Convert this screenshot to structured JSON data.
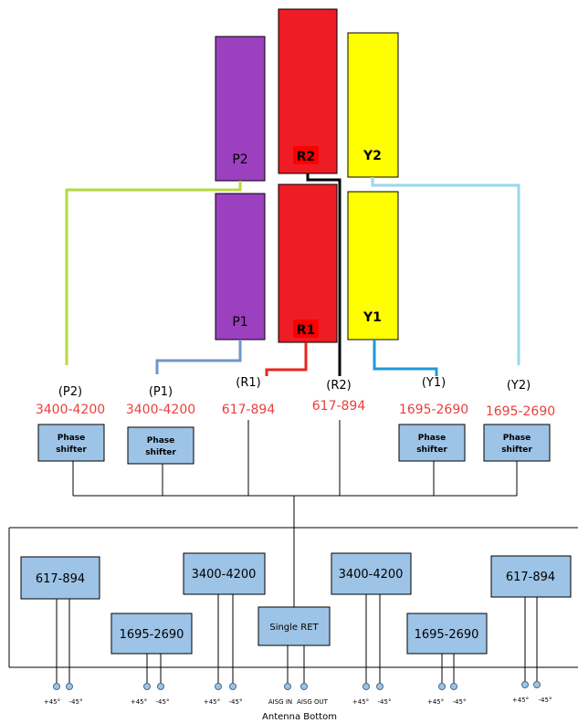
{
  "arrays": {
    "p2": "P2",
    "p1": "P1",
    "r2": "R2",
    "r1": "R1",
    "y2": "Y2",
    "y1": "Y1"
  },
  "ports": [
    {
      "label": "(P2)",
      "band": "3400-4200"
    },
    {
      "label": "(P1)",
      "band": "3400-4200"
    },
    {
      "label": "(R1)",
      "band": "617-894"
    },
    {
      "label": "(R2)",
      "band": "617-894"
    },
    {
      "label": "(Y1)",
      "band": "1695-2690"
    },
    {
      "label": "(Y2)",
      "band": "1695-2690"
    }
  ],
  "phase_shifters": [
    "Phase\nshifter",
    "Phase\nshifter",
    "Phase\nshifter",
    "Phase\nshifter"
  ],
  "modules": [
    "617-894",
    "1695-2690",
    "3400-4200",
    "Single RET",
    "3400-4200",
    "1695-2690",
    "617-894"
  ],
  "connector_labels": [
    "+45°",
    "-45°",
    "+45°",
    "-45°",
    "+45°",
    "-45°",
    "AISG IN",
    "AISG OUT",
    "+45°",
    "-45°",
    "+45°",
    "-45°",
    "+45°",
    "-45°"
  ],
  "footer": "Antenna Bottom",
  "colors": {
    "purple": "#9b40bf",
    "red": "#ee1c25",
    "red_label_bg": "#ff0000",
    "yellow": "#ffff00",
    "box_fill": "#9dc3e6",
    "port_band_text": "#e8403c",
    "line_green": "#b5d93f",
    "line_steelblue": "#7096c8",
    "line_red": "#e8251d",
    "line_black": "#000000",
    "line_blue": "#1e98d8",
    "line_lightblue": "#9ad7e8"
  }
}
